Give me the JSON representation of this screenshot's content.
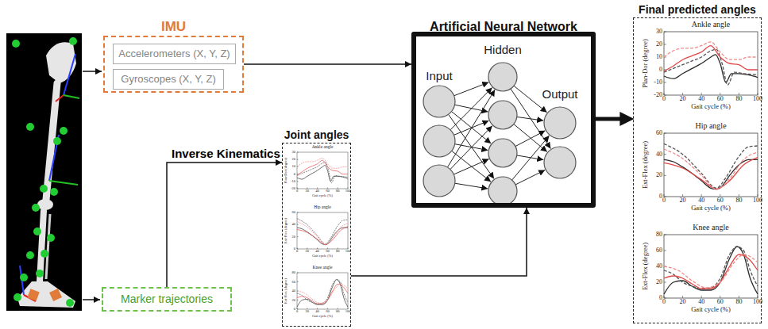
{
  "diagram": {
    "nodes": [
      {
        "text": [
          "IMU"
        ]
      },
      {
        "text": [
          "Accelerometers (X, Y, Z)"
        ],
        "in": 0
      },
      {
        "text": [
          "Gyroscopes (X, Y, Z)"
        ],
        "in": 0
      },
      {
        "text": [
          "Marker trajectories"
        ]
      },
      {
        "text": [
          "Joint angles"
        ]
      },
      {
        "text": [
          "Artificial Neural Network"
        ]
      },
      {
        "text": [
          "Final predicted angles"
        ]
      }
    ],
    "edges": [
      {
        "from": 0,
        "to": 5,
        "arrow": "to"
      },
      {
        "from": 3,
        "to": 4,
        "label": "Inverse Kinematics",
        "arrow": "to"
      },
      {
        "from": 4,
        "to": 5,
        "arrow": "to"
      },
      {
        "from": 5,
        "to": 6,
        "arrow": "to"
      }
    ],
    "labels": [
      "Ankle angle",
      "Plan-Dor (degree)",
      "Gait cycle (%)",
      "0",
      "20",
      "40",
      "60",
      "80",
      "100",
      "30",
      "20",
      "10",
      "0",
      "-10",
      "-20",
      "Hip angle",
      "Ext-Flex (degree)",
      "Gait cycle (%)",
      "0",
      "20",
      "40",
      "60",
      "80",
      "100",
      "60",
      "40",
      "20",
      "0",
      "Knee angle",
      "Ext-Flex (degree)",
      "Gait cycle (%)",
      "0",
      "20",
      "40",
      "60",
      "80",
      "100",
      "80",
      "60",
      "40",
      "20",
      "0",
      "Input",
      "Hidden",
      "Output",
      "Ankle angle",
      "Plan-Dor (degree)",
      "Gait cycle (%)",
      "0",
      "20",
      "40",
      "60",
      "80",
      "100",
      "30",
      "20",
      "10",
      "0",
      "-10",
      "-20",
      "Hip angle",
      "Ext-Flex (degree)",
      "Gait cycle (%)",
      "0",
      "20",
      "40",
      "60",
      "80",
      "100",
      "60",
      "40",
      "20",
      "0",
      "Knee angle",
      "Ext-Flex (degree)",
      "Gait cycle (%)",
      "0",
      "20",
      "40",
      "60",
      "80",
      "100",
      "80",
      "60",
      "40",
      "20",
      "0"
    ]
  }
}
